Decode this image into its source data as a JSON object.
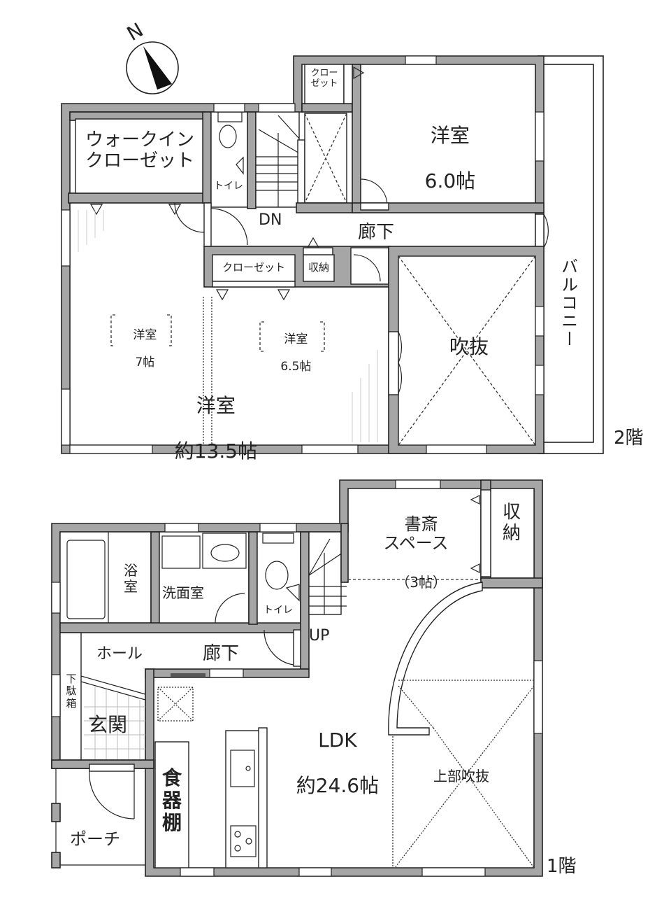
{
  "compass": {
    "label": "N"
  },
  "floor2": {
    "floor_label": "2階",
    "walk_in_closet": "ウォークイン\nクローゼット",
    "toilet": "トイレ",
    "closet_small": "クロー\nゼット",
    "stairs_label": "DN",
    "room_6": {
      "name": "洋室",
      "size": "6.0帖"
    },
    "corridor": "廊下",
    "closet": "クローゼット",
    "storage": "収納",
    "void": "吹抜",
    "balcony": "バルコニー",
    "sub_room_left": {
      "name": "洋室",
      "size": "7帖"
    },
    "sub_room_right": {
      "name": "洋室",
      "size": "6.5帖"
    },
    "main_room": {
      "name": "洋室",
      "size": "約13.5帖"
    }
  },
  "floor1": {
    "floor_label": "1階",
    "bath": "浴\n室",
    "washroom": "洗面室",
    "toilet": "トイレ",
    "stairs_label": "UP",
    "study": {
      "name": "書斎\nスペース",
      "size": "（3帖）"
    },
    "storage": "収\n納",
    "hall": "ホール",
    "corridor": "廊下",
    "shoe_box": "下\n駄\n箱",
    "entrance": "玄関",
    "porch": "ポーチ",
    "cupboard": "食\n器\n棚",
    "ldk": {
      "name": "LDK",
      "size": "約24.6帖"
    },
    "upper_void": "上部吹抜"
  }
}
